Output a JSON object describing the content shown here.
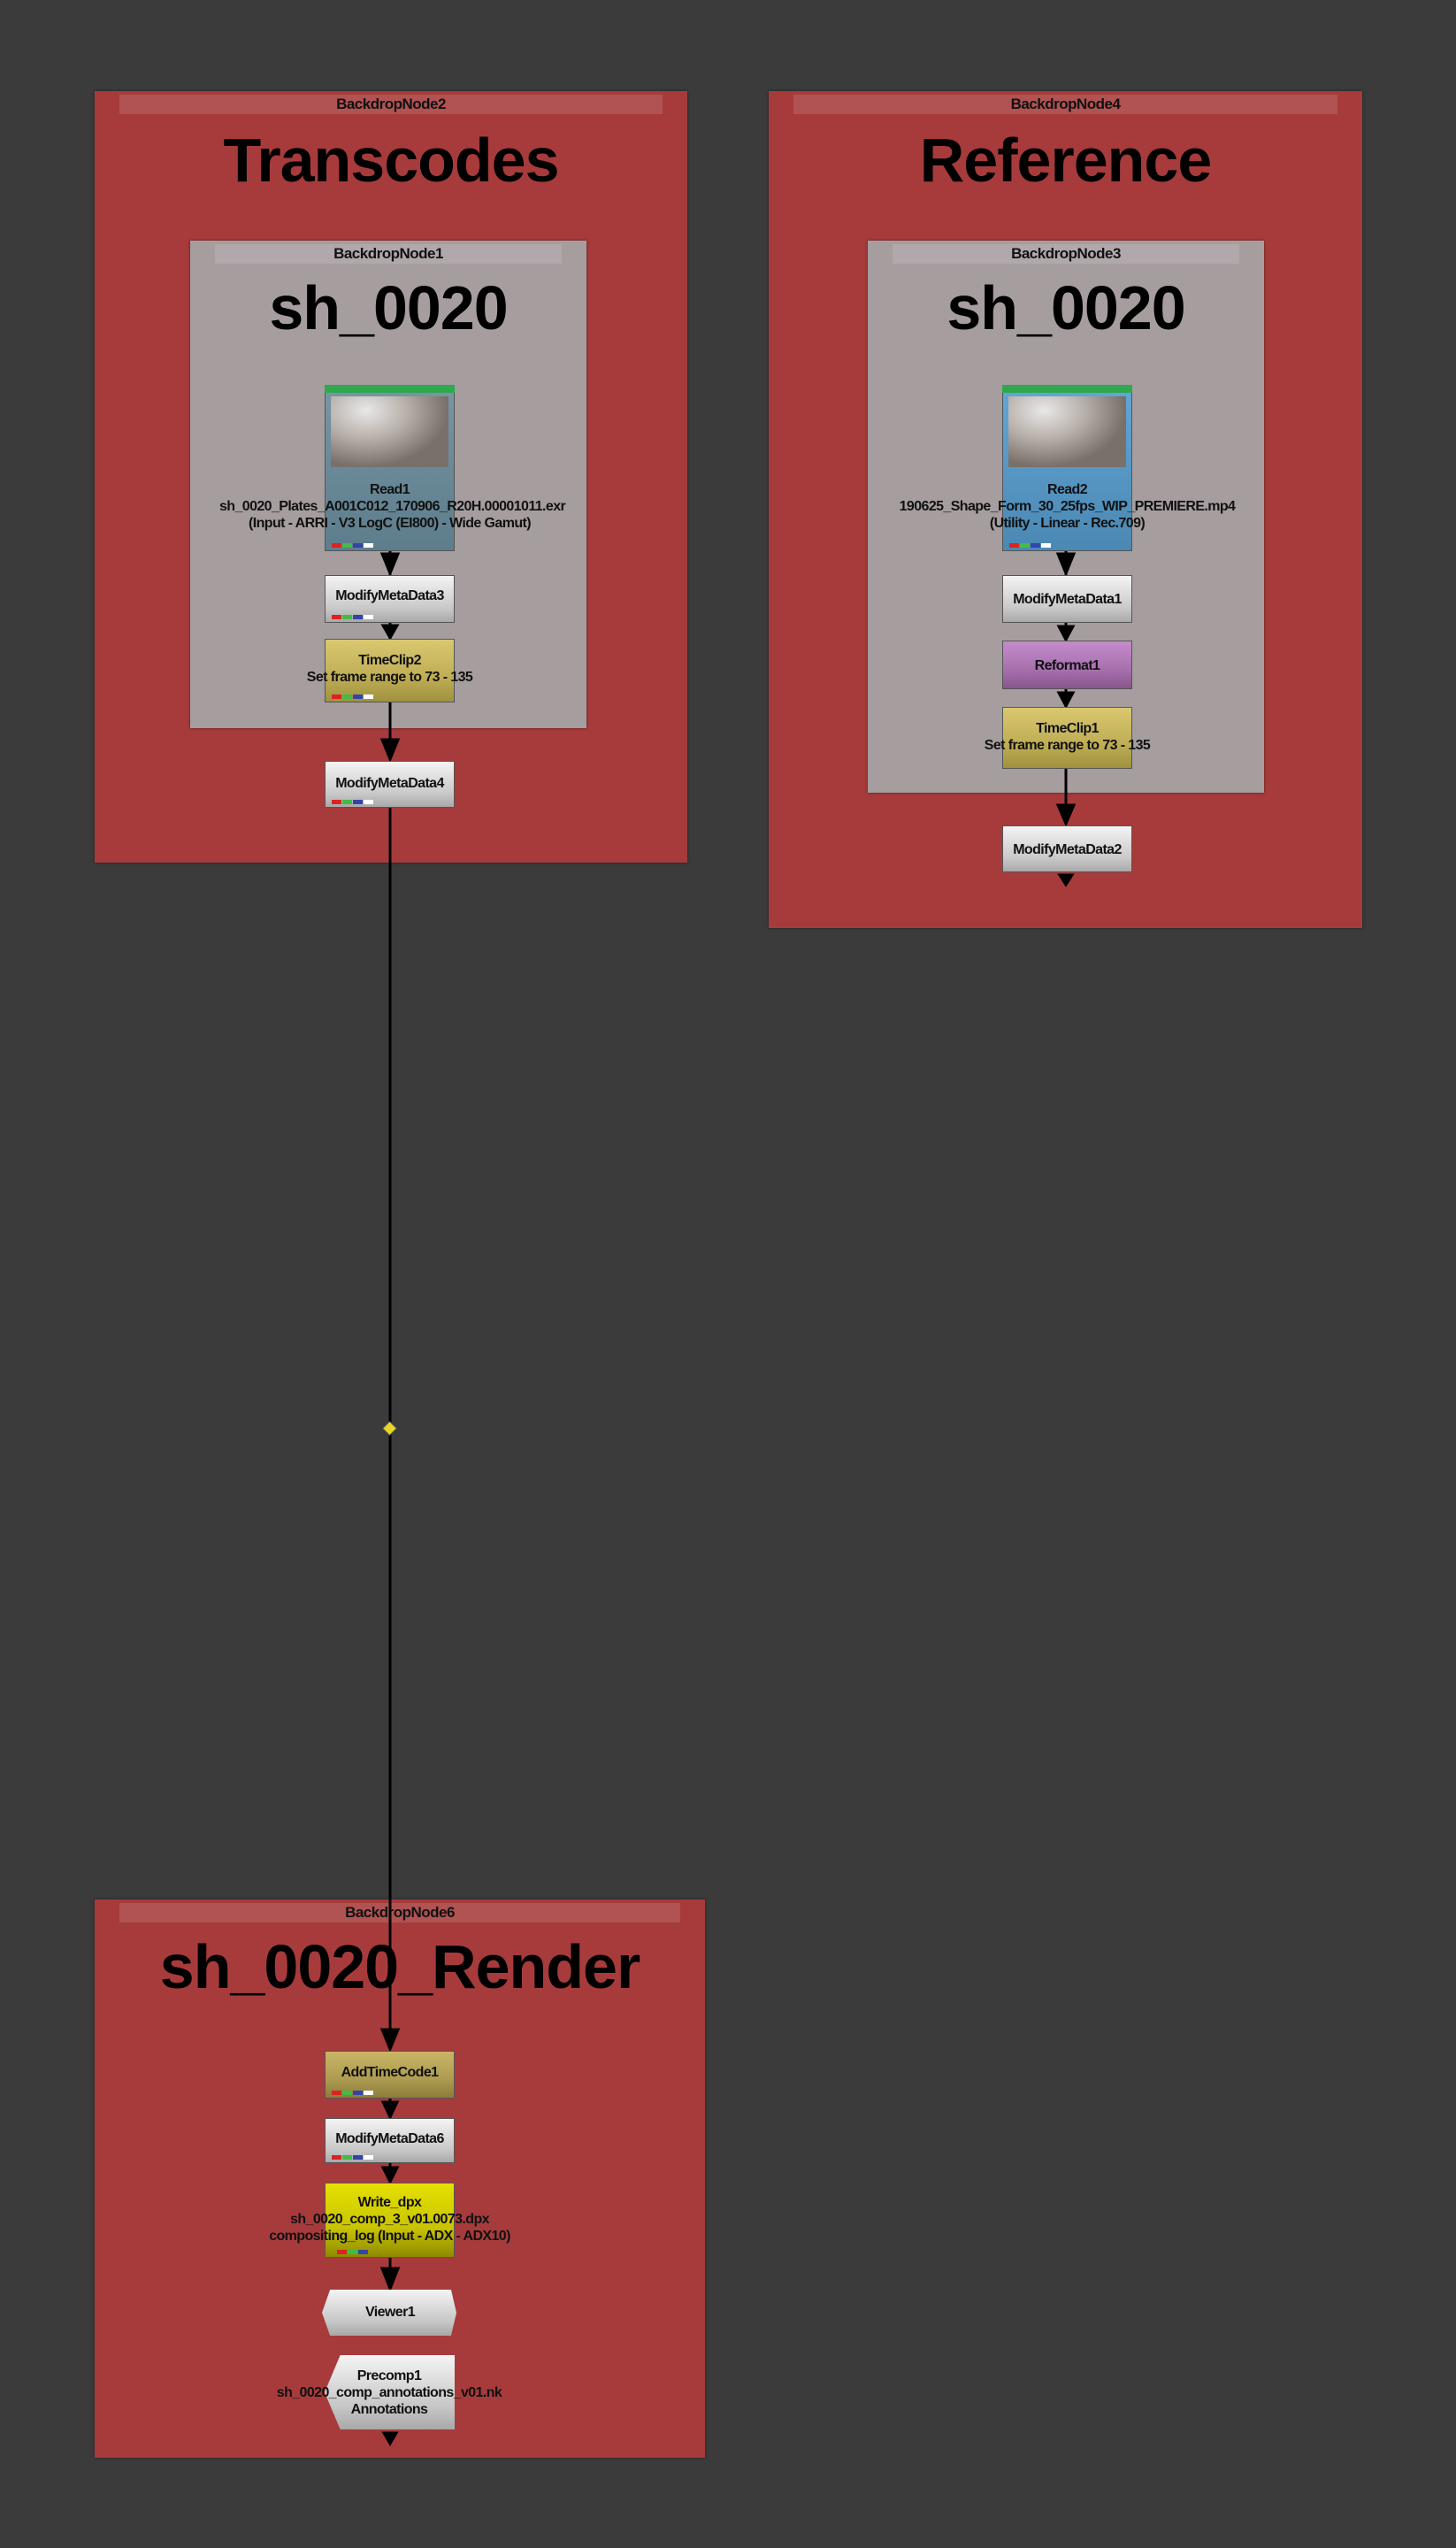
{
  "colors": {
    "background": "#3b3b3b",
    "backdrop_red": "#a73b3c",
    "backdrop_grey": "#a69d9f",
    "read1": "#5d7d8c",
    "read2": "#4b88b3",
    "timeclip": "#bfae55",
    "reformat": "#a770ad",
    "write": "#c9c400",
    "dot": "#e8d826"
  },
  "backdrops": {
    "transcodes": {
      "label": "BackdropNode2",
      "title": "Transcodes"
    },
    "transcodes_inner": {
      "label": "BackdropNode1",
      "title": "sh_0020"
    },
    "reference": {
      "label": "BackdropNode4",
      "title": "Reference"
    },
    "reference_inner": {
      "label": "BackdropNode3",
      "title": "sh_0020"
    },
    "render": {
      "label": "BackdropNode6",
      "title": "sh_0020_Render"
    }
  },
  "nodes": {
    "read1": {
      "name": "Read1",
      "file": "sh_0020_Plates_A001C012_170906_R20H.00001011.exr",
      "colorspace": "(Input - ARRI - V3 LogC (EI800) - Wide Gamut)"
    },
    "mmd3": {
      "name": "ModifyMetaData3"
    },
    "timeclip2": {
      "name": "TimeClip2",
      "info": "Set frame range to 73 - 135"
    },
    "mmd4": {
      "name": "ModifyMetaData4"
    },
    "read2": {
      "name": "Read2",
      "file": "190625_Shape_Form_30_25fps_WIP_PREMIERE.mp4",
      "colorspace": "(Utility - Linear - Rec.709)"
    },
    "mmd1": {
      "name": "ModifyMetaData1"
    },
    "reformat1": {
      "name": "Reformat1"
    },
    "timeclip1": {
      "name": "TimeClip1",
      "info": "Set frame range to 73 - 135"
    },
    "mmd2": {
      "name": "ModifyMetaData2"
    },
    "addtc1": {
      "name": "AddTimeCode1"
    },
    "mmd6": {
      "name": "ModifyMetaData6"
    },
    "write": {
      "name": "Write_dpx",
      "file": "sh_0020_comp_3_v01.0073.dpx",
      "colorspace": "compositing_log (Input - ADX - ADX10)"
    },
    "viewer1": {
      "name": "Viewer1"
    },
    "precomp1": {
      "name": "Precomp1",
      "file": "sh_0020_comp_annotations_v01.nk",
      "label": "Annotations"
    }
  }
}
